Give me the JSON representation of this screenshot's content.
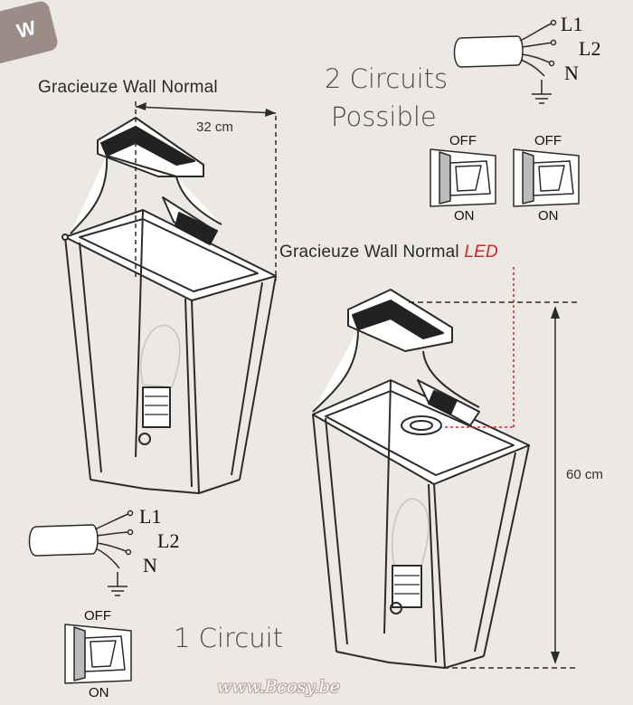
{
  "badge": "W",
  "lamp_normal": {
    "title": "Gracieuze Wall Normal",
    "width_label": "32 cm"
  },
  "lamp_led": {
    "title_prefix": "Gracieuze  Wall Normal ",
    "title_led": "LED",
    "height_label": "60 cm"
  },
  "circuits_two": {
    "line1": "2 Circuits",
    "line2": "Possible"
  },
  "circuits_one": {
    "label": "1 Circuit"
  },
  "wires": {
    "l1": "L1",
    "l2": "L2",
    "n": "N"
  },
  "switch": {
    "off": "OFF",
    "on": "ON"
  },
  "watermark": "www.Bcosy.be",
  "colors": {
    "background": "#ece8e3",
    "led_accent": "#d4252b",
    "line": "#2b2b2b"
  }
}
